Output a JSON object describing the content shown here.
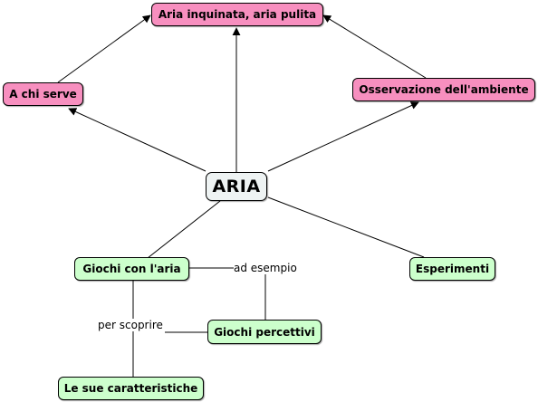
{
  "center": {
    "label": "ARIA"
  },
  "nodes": {
    "aria_inquinata": "Aria inquinata, aria pulita",
    "a_chi_serve": "A chi serve",
    "osservazione": "Osservazione dell'ambiente",
    "giochi_aria": "Giochi con l'aria",
    "esperimenti": "Esperimenti",
    "giochi_percettivi": "Giochi percettivi",
    "caratteristiche": "Le sue caratteristiche"
  },
  "links": {
    "ad_esempio": "ad esempio",
    "per_scoprire": "per scoprire"
  },
  "colors": {
    "pink": "#f78fbf",
    "green": "#ccffcc",
    "center": "#eef3f3"
  }
}
